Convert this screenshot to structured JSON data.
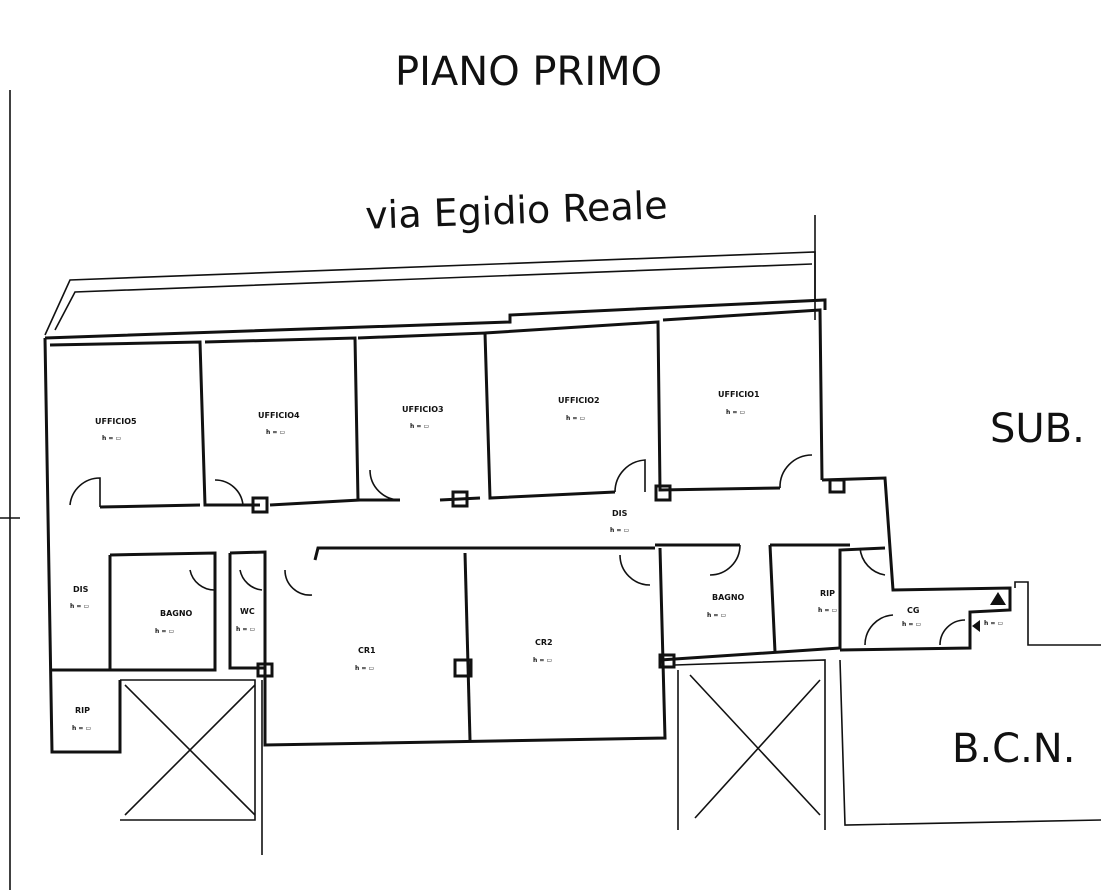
{
  "title": "PIANO PRIMO",
  "street": "via Egidio Reale",
  "neighbors": {
    "right_top": "SUB.",
    "right_bottom": "B.C.N."
  },
  "rooms": [
    {
      "id": "ufficio5",
      "label": "UFFICIO5",
      "height": "h = ▭"
    },
    {
      "id": "ufficio4",
      "label": "UFFICIO4",
      "height": "h = ▭"
    },
    {
      "id": "ufficio3",
      "label": "UFFICIO3",
      "height": "h = ▭"
    },
    {
      "id": "ufficio2",
      "label": "UFFICIO2",
      "height": "h = ▭"
    },
    {
      "id": "ufficio1",
      "label": "UFFICIO1",
      "height": "h = ▭"
    },
    {
      "id": "corridor",
      "label": "DIS",
      "height": "h = ▭"
    },
    {
      "id": "corridor-left",
      "label": "DIS",
      "height": "h = ▭"
    },
    {
      "id": "bagno1",
      "label": "BAGNO",
      "height": "h = ▭"
    },
    {
      "id": "wc",
      "label": "WC",
      "height": "h = ▭"
    },
    {
      "id": "cr1",
      "label": "CR1",
      "height": "h = ▭"
    },
    {
      "id": "cr2",
      "label": "CR2",
      "height": "h = ▭"
    },
    {
      "id": "bagno2",
      "label": "BAGNO",
      "height": "h = ▭"
    },
    {
      "id": "rip",
      "label": "RIP",
      "height": "h = ▭"
    },
    {
      "id": "cg",
      "label": "CG",
      "height": "h = ▭"
    },
    {
      "id": "rip2",
      "label": "RIP",
      "height": "h = ▭"
    },
    {
      "id": "stair",
      "label": "",
      "height": "h = ▭"
    }
  ]
}
